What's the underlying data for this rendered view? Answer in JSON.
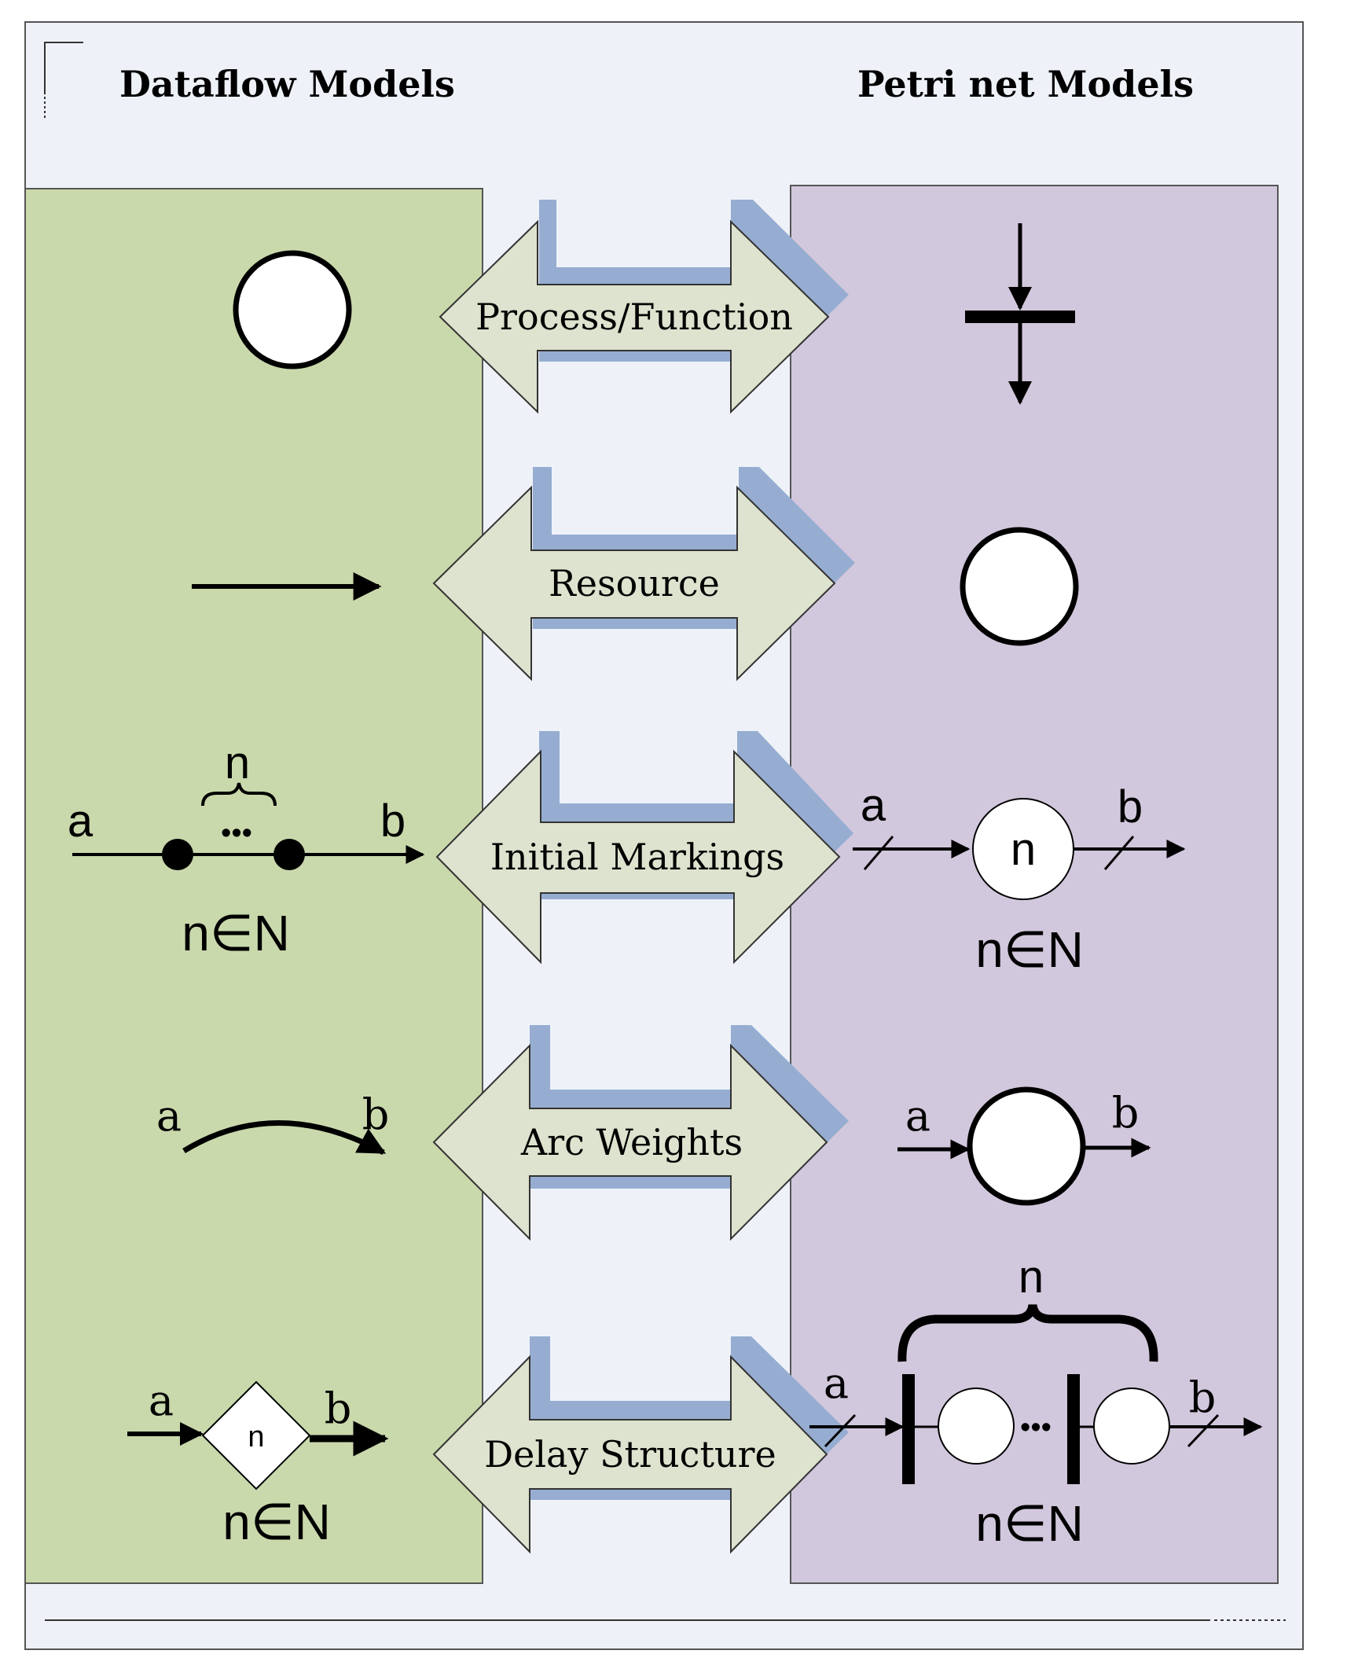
{
  "headers": {
    "left": "Dataflow Models",
    "right": "Petri net Models"
  },
  "arrows": [
    {
      "label": "Process/Function"
    },
    {
      "label": "Resource"
    },
    {
      "label": "Initial Markings"
    },
    {
      "label": "Arc Weights"
    },
    {
      "label": "Delay Structure"
    }
  ],
  "symbols": {
    "a": "a",
    "b": "b",
    "n": "n",
    "set": "n∈N",
    "ellipsis": "•••"
  },
  "colors": {
    "page_bg": "#eef2f8",
    "left_panel": "#cad9ac",
    "right_panel": "#d2c8dd",
    "arrow_fill": "#dde3ce",
    "arrow_shadow": "#96add1",
    "stroke": "#000000"
  }
}
